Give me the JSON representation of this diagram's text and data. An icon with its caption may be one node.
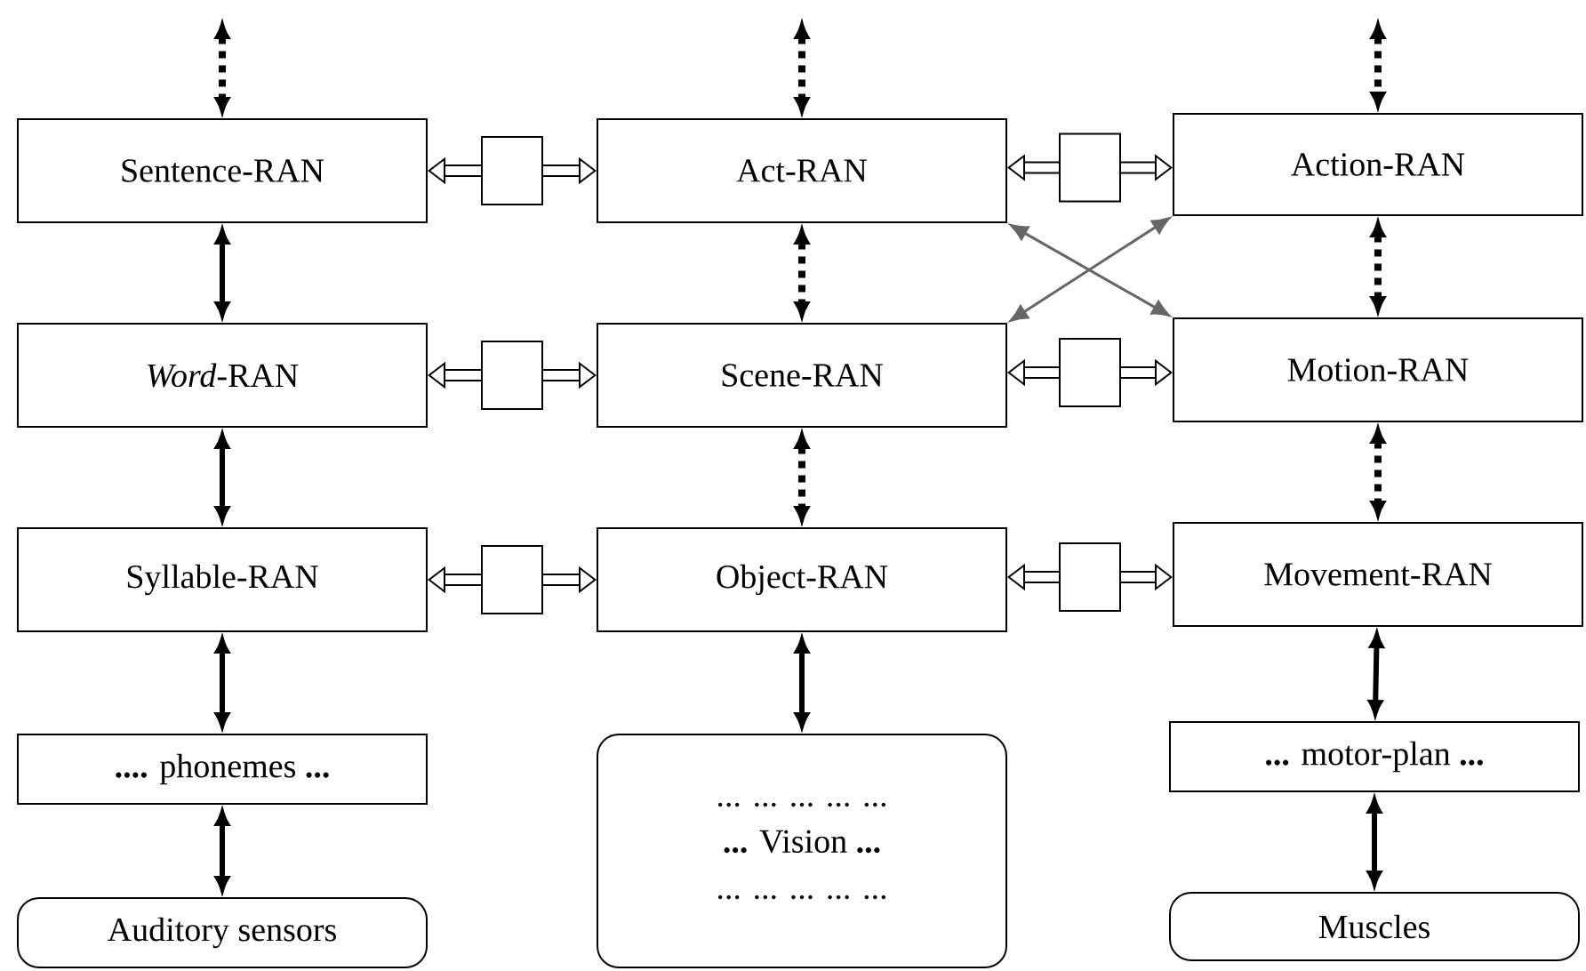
{
  "diagram": {
    "nodes": [
      {
        "text": [
          "Sentence-RAN"
        ]
      },
      {
        "text": [
          "Act-RAN"
        ]
      },
      {
        "text": [
          "Action-RAN"
        ]
      },
      {
        "text": [
          "*Word*-RAN"
        ]
      },
      {
        "text": [
          "Scene-RAN"
        ]
      },
      {
        "text": [
          "Motion-RAN"
        ]
      },
      {
        "text": [
          "Syllable-RAN"
        ]
      },
      {
        "text": [
          "Object-RAN"
        ]
      },
      {
        "text": [
          "Movement-RAN"
        ]
      },
      {
        "text": [
          "**....** phonemes **...**"
        ]
      },
      {
        "text": [
          "... ... ... ... ...",
          "**...** Vision **...**",
          "... ... ... ... ..."
        ]
      },
      {
        "text": [
          "**...** motor-plan **...**"
        ]
      },
      {
        "text": [
          "Auditory sensors"
        ]
      },
      {
        "text": [
          "Muscles"
        ]
      }
    ],
    "edges": [
      {
        "from": null,
        "to": 0,
        "arrow": "both",
        "style": "dashed"
      },
      {
        "from": null,
        "to": 1,
        "arrow": "both",
        "style": "dashed"
      },
      {
        "from": null,
        "to": 2,
        "arrow": "both",
        "style": "dashed"
      },
      {
        "from": 0,
        "to": 1,
        "arrow": "both"
      },
      {
        "from": 1,
        "to": 2,
        "arrow": "both"
      },
      {
        "from": 0,
        "to": 3,
        "arrow": "both"
      },
      {
        "from": 1,
        "to": 4,
        "arrow": "both",
        "style": "dashed"
      },
      {
        "from": 2,
        "to": 5,
        "arrow": "both",
        "style": "dashed"
      },
      {
        "from": 1,
        "to": 5,
        "arrow": "both",
        "color": "#666666"
      },
      {
        "from": 2,
        "to": 4,
        "arrow": "both",
        "color": "#666666"
      },
      {
        "from": 3,
        "to": 4,
        "arrow": "both"
      },
      {
        "from": 4,
        "to": 5,
        "arrow": "both"
      },
      {
        "from": 3,
        "to": 6,
        "arrow": "both"
      },
      {
        "from": 4,
        "to": 7,
        "arrow": "both",
        "style": "dashed"
      },
      {
        "from": 5,
        "to": 8,
        "arrow": "both",
        "style": "dashed"
      },
      {
        "from": 6,
        "to": 7,
        "arrow": "both"
      },
      {
        "from": 7,
        "to": 8,
        "arrow": "both"
      },
      {
        "from": 6,
        "to": 9,
        "arrow": "both"
      },
      {
        "from": 7,
        "to": 10,
        "arrow": "both"
      },
      {
        "from": 8,
        "to": 11,
        "arrow": "both"
      },
      {
        "from": 9,
        "to": 12,
        "arrow": "both"
      },
      {
        "from": 11,
        "to": 13,
        "arrow": "both"
      }
    ]
  }
}
